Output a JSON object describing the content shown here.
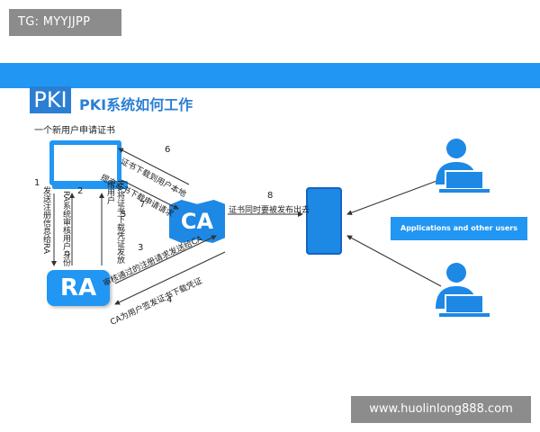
{
  "badge": "TG: MYYJJPP",
  "logo_text": "PKI",
  "title": "PKI系统如何工作",
  "new_user_label": "一个新用户申请证书",
  "nodes": {
    "ra": "RA",
    "ca": "CA",
    "apps": "Applications and other users"
  },
  "steps": {
    "s1_num": "1",
    "s1_text": "发送注册信息给RA",
    "s2_num": "2",
    "s2_text": "RA系统审核用户身份",
    "s3_num": "3",
    "s3_text": "审核通过的注册请求发送给CA",
    "s4_num": "4",
    "s4_text": "CA为用户签发证书下载凭证",
    "s5_num": "5",
    "s5_text": "RA将证书下载凭证发放给用户",
    "s6_num": "6",
    "s6_text": "证书下载到用户本地",
    "s7_num": "7",
    "s7_text": "提交证书下载申请请求",
    "s8_num": "8",
    "s8_text": "证书同时要被发布出去"
  },
  "watermark": "www.huolinlong888.com",
  "colors": {
    "brand_blue": "#2196f3",
    "dark_blue": "#1e88e5"
  }
}
